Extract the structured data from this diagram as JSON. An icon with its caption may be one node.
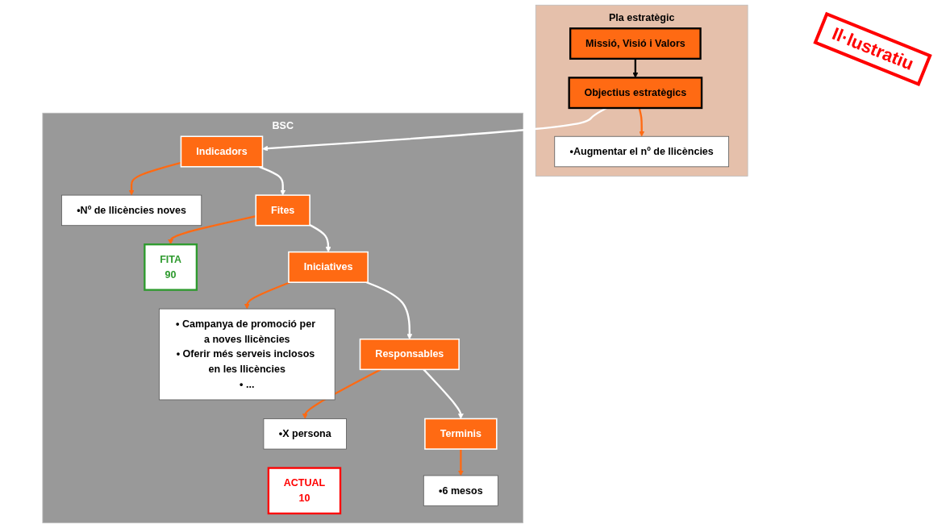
{
  "diagram": {
    "nodes": [
      {
        "text": [
          "Pla estratègic"
        ]
      },
      {
        "text": [
          "Missió, Visió i Valors"
        ],
        "in": 0
      },
      {
        "text": [
          "Objectius estratègics"
        ],
        "in": 0
      },
      {
        "text": [
          "•Augmentar el nº de llicències"
        ],
        "in": 0
      },
      {
        "text": [
          "BSC"
        ]
      },
      {
        "text": [
          "Indicadors"
        ],
        "in": 4
      },
      {
        "text": [
          "•Nº de llicències noves"
        ],
        "in": 4
      },
      {
        "text": [
          "Fites"
        ],
        "in": 4
      },
      {
        "text": [
          "FITA",
          "90"
        ],
        "in": 4
      },
      {
        "text": [
          "ACTUAL",
          "10"
        ],
        "in": 4
      },
      {
        "text": [
          "Iniciatives"
        ],
        "in": 4
      },
      {
        "text": [
          "• Campanya de promoció per a noves llicències",
          "• Oferir més serveis inclosos en les llicències",
          "• ..."
        ],
        "in": 4
      },
      {
        "text": [
          "Responsables"
        ],
        "in": 4
      },
      {
        "text": [
          "•X persona"
        ],
        "in": 4
      },
      {
        "text": [
          "Terminis"
        ],
        "in": 4
      },
      {
        "text": [
          "•6 mesos"
        ],
        "in": 4
      }
    ],
    "edges": [
      {
        "from": 1,
        "to": 2,
        "arrow": "to",
        "color": "#000000"
      },
      {
        "from": 2,
        "to": 3,
        "arrow": "to"
      },
      {
        "from": 2,
        "to": 5,
        "arrow": "to",
        "color": "#ffffff"
      },
      {
        "from": 5,
        "to": 6,
        "arrow": "to"
      },
      {
        "from": 5,
        "to": 7,
        "arrow": "to",
        "color": "#ffffff"
      },
      {
        "from": 7,
        "to": 8,
        "arrow": "to"
      },
      {
        "from": 7,
        "to": 10,
        "arrow": "to",
        "color": "#ffffff"
      },
      {
        "from": 10,
        "to": 11,
        "arrow": "to"
      },
      {
        "from": 10,
        "to": 12,
        "arrow": "to",
        "color": "#ffffff"
      },
      {
        "from": 12,
        "to": 13,
        "arrow": "to"
      },
      {
        "from": 12,
        "to": 14,
        "arrow": "to",
        "color": "#ffffff"
      },
      {
        "from": 14,
        "to": 15,
        "arrow": "to"
      }
    ],
    "labels": [
      "Il·lustratiu"
    ]
  }
}
